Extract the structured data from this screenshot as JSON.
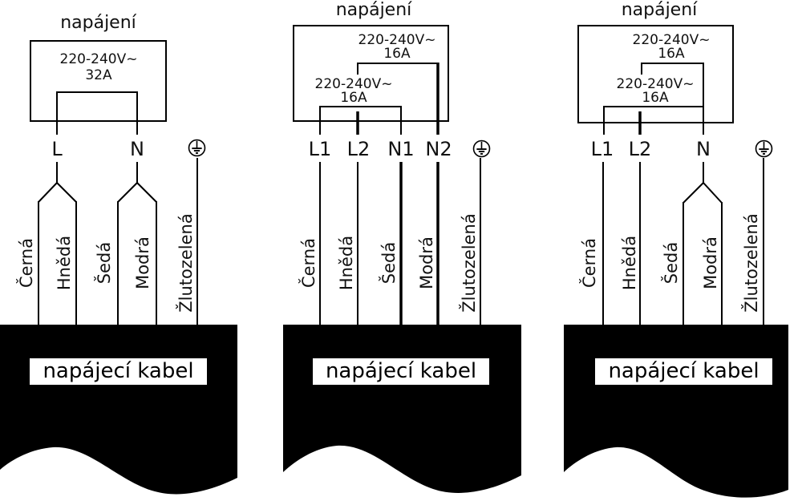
{
  "page": {
    "background": "#ffffff",
    "ink": "#000000"
  },
  "diagrams": [
    {
      "title": "napájení",
      "circuits": [
        {
          "voltage": "220-240V~",
          "current": "32A"
        }
      ],
      "terminals": [
        "L",
        "N"
      ],
      "ground_icon": "protective-earth",
      "wire_labels": [
        "Černá",
        "Hnědá",
        "Šedá",
        "Modrá",
        "Žlutozelená"
      ],
      "cable_label": "napájecí kabel"
    },
    {
      "title": "napájení",
      "circuits": [
        {
          "voltage": "220-240V~",
          "current": "16A"
        },
        {
          "voltage": "220-240V~",
          "current": "16A"
        }
      ],
      "terminals": [
        "L1",
        "L2",
        "N1",
        "N2"
      ],
      "ground_icon": "protective-earth",
      "wire_labels": [
        "Černá",
        "Hnědá",
        "Šedá",
        "Modrá",
        "Žlutozelená"
      ],
      "cable_label": "napájecí kabel"
    },
    {
      "title": "napájení",
      "circuits": [
        {
          "voltage": "220-240V~",
          "current": "16A"
        },
        {
          "voltage": "220-240V~",
          "current": "16A"
        }
      ],
      "terminals": [
        "L1",
        "L2",
        "N"
      ],
      "ground_icon": "protective-earth",
      "wire_labels": [
        "Černá",
        "Hnědá",
        "Šedá",
        "Modrá",
        "Žlutozelená"
      ],
      "cable_label": "napájecí kabel"
    }
  ]
}
